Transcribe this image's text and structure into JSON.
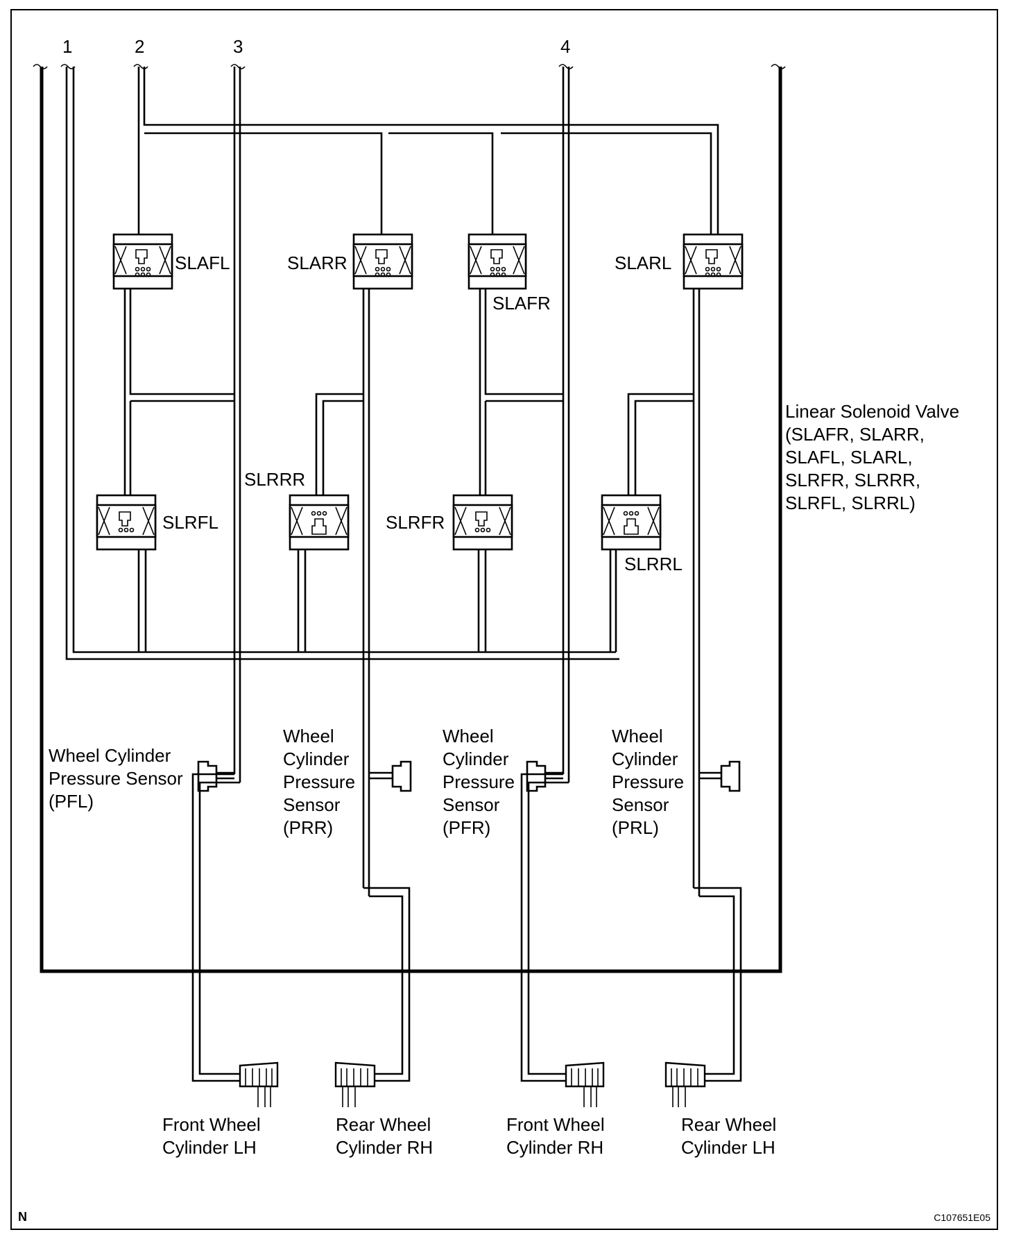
{
  "ports": {
    "p1": "1",
    "p2": "2",
    "p3": "3",
    "p4": "4"
  },
  "valves": {
    "slafl": "SLAFL",
    "slarr": "SLARR",
    "slafr": "SLAFR",
    "slarl": "SLARL",
    "slrfl": "SLRFL",
    "slrrr": "SLRRR",
    "slrfr": "SLRFR",
    "slrrl": "SLRRL"
  },
  "legend": {
    "lines": [
      "Linear Solenoid Valve",
      "(SLAFR, SLARR,",
      "SLAFL, SLARL,",
      "SLRFR, SLRRR,",
      "SLRFL, SLRRL)"
    ]
  },
  "sensors": {
    "pfl": [
      "Wheel Cylinder",
      "Pressure Sensor",
      "(PFL)"
    ],
    "prr": [
      "Wheel",
      "Cylinder",
      "Pressure",
      "Sensor",
      "(PRR)"
    ],
    "pfr": [
      "Wheel",
      "Cylinder",
      "Pressure",
      "Sensor",
      "(PFR)"
    ],
    "prl": [
      "Wheel",
      "Cylinder",
      "Pressure",
      "Sensor",
      "(PRL)"
    ]
  },
  "cylinders": {
    "flh": [
      "Front Wheel",
      "Cylinder LH"
    ],
    "rrh": [
      "Rear Wheel",
      "Cylinder RH"
    ],
    "frh": [
      "Front Wheel",
      "Cylinder RH"
    ],
    "rlh": [
      "Rear Wheel",
      "Cylinder LH"
    ]
  },
  "footer": {
    "left": "N",
    "right": "C107651E05"
  }
}
